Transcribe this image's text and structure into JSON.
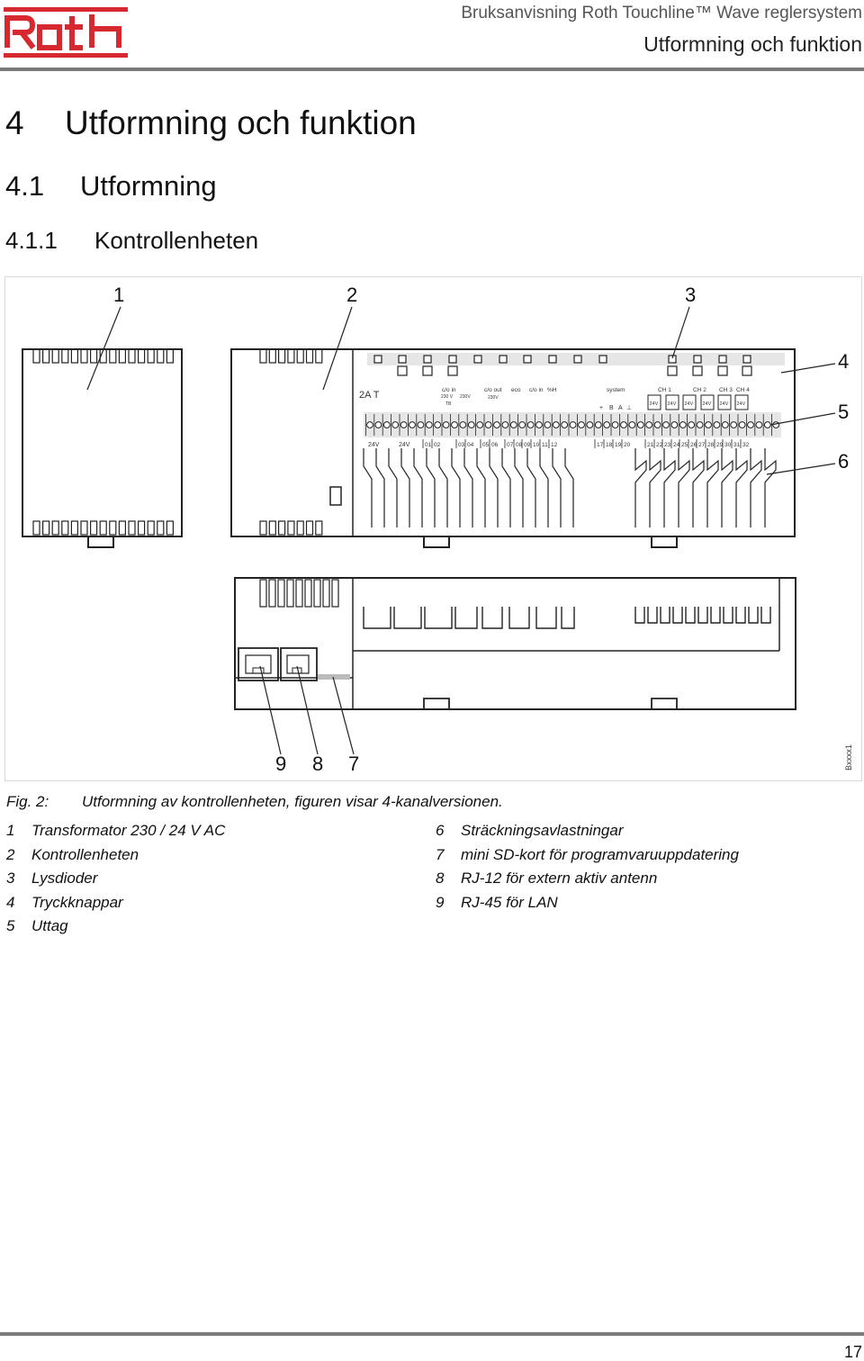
{
  "header": {
    "brand": "Roth",
    "subtitle": "Bruksanvisning Roth Touchline™ Wave reglersystem",
    "title": "Utformning och funktion"
  },
  "headings": {
    "h1": {
      "num": "4",
      "text": "Utformning och funktion"
    },
    "h2": {
      "num": "4.1",
      "text": "Utformning"
    },
    "h3": {
      "num": "4.1.1",
      "text": "Kontrollenheten"
    }
  },
  "figure": {
    "callouts": [
      "1",
      "2",
      "3",
      "4",
      "5",
      "6",
      "9",
      "8",
      "7"
    ],
    "fuse_label": "2A T",
    "side_code": "Bxxxx1",
    "group_labels": [
      "c/o in",
      "c/o out",
      "eco",
      "c/o in",
      "%H",
      "system",
      "CH 1",
      "CH 2",
      "CH 3",
      "CH 4"
    ],
    "small_labels": [
      "230 V",
      "TB",
      "230V",
      "230V"
    ],
    "bus_labels": [
      "+",
      "B",
      "A",
      "⊥"
    ],
    "voltage_label": "24V",
    "terminal_numbers": [
      "01",
      "02",
      "03",
      "04",
      "05",
      "06",
      "07",
      "08",
      "09",
      "10",
      "11",
      "12",
      "17",
      "18",
      "19",
      "20",
      "21",
      "22",
      "23",
      "24",
      "25",
      "26",
      "27",
      "28",
      "29",
      "30",
      "31",
      "32"
    ]
  },
  "caption": {
    "label": "Fig. 2:",
    "text": "Utformning av kontrollenheten, figuren visar 4-kanalversionen."
  },
  "legend_left": [
    {
      "n": "1",
      "text": "Transformator 230 / 24 V AC"
    },
    {
      "n": "2",
      "text": "Kontrollenheten"
    },
    {
      "n": "3",
      "text": "Lysdioder"
    },
    {
      "n": "4",
      "text": "Tryckknappar"
    },
    {
      "n": "5",
      "text": "Uttag"
    }
  ],
  "legend_right": [
    {
      "n": "6",
      "text": "Sträckningsavlastningar"
    },
    {
      "n": "7",
      "text": "mini SD-kort för programvaruuppdatering"
    },
    {
      "n": "8",
      "text": "RJ-12 för extern aktiv antenn"
    },
    {
      "n": "9",
      "text": "RJ-45 för LAN"
    }
  ],
  "page_number": "17",
  "colors": {
    "brand_red": "#d7282f",
    "rule_gray": "#7a7a7a"
  }
}
